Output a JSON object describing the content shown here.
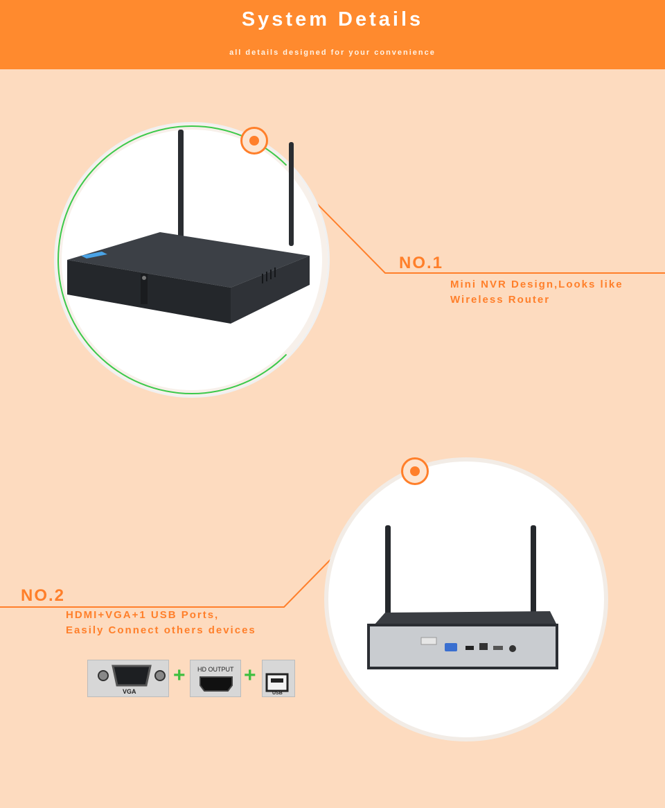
{
  "header": {
    "title": "System Details",
    "subtitle": "all details designed for your convenience"
  },
  "feature1": {
    "number": "NO.1",
    "desc_line1": "Mini NVR Design,Looks like",
    "desc_line2": "Wireless Router"
  },
  "feature2": {
    "number": "NO.2",
    "desc_line1": "HDMI+VGA+1 USB Ports,",
    "desc_line2": "Easily Connect  others devices"
  },
  "ports": {
    "vga_label": "VGA",
    "hdmi_label": "HD OUTPUT",
    "usb_label": "USB",
    "plus": "+"
  },
  "colors": {
    "accent": "#ff7f2a",
    "header_bg": "#ff8a2e",
    "page_bg": "#fddbbf",
    "ring_green": "#3cc94a"
  }
}
